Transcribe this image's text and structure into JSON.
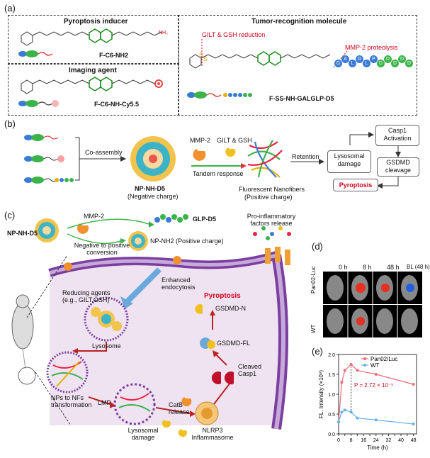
{
  "panel_a": {
    "label": "(a)",
    "box1_title": "Pyroptosis inducer",
    "box1_compound": "F-C6-NH2",
    "box2_title": "Imaging agent",
    "box2_compound": "F-C6-NH-Cy5.5",
    "box3_title": "Tumor-recognition molecule",
    "gilt": "GILT & GSH reduction",
    "mmp": "MMP-2 proteolysis",
    "box3_compound": "F-SS-NH-GALGLP-D5",
    "peptide_letters": [
      "G",
      "A",
      "L",
      "G",
      "L",
      "P",
      "D",
      "D",
      "D",
      "D",
      "D"
    ]
  },
  "panel_b": {
    "label": "(b)",
    "coassembly": "Co-assembly",
    "np_name": "NP-NH-D5",
    "np_charge": "(Negative charge)",
    "mmp2": "MMP-2",
    "gilt": "GILT & GSH",
    "tandem": "Tandem response",
    "nf_name": "Fluorescent Nanofibers",
    "nf_charge": "(Positive charge)",
    "retention": "Retention",
    "lysosomal": "Lysosomal damage",
    "casp1": "Casp1 Activation",
    "gsdmd": "GSDMD cleavage",
    "pyroptosis": "Pyroptosis"
  },
  "panel_c": {
    "label": "(c)",
    "mmp2": "MMP-2",
    "glp": "GLP-D5",
    "np_nhd5": "NP-NH-D5",
    "neg_to_pos": "Negative to positive conversion",
    "np_nh2": "NP-NH2 (Positive charge)",
    "proinflam": "Pro-inflammatory factors release",
    "enhanced": "Enhanced endocytosis",
    "pyroptosis": "Pyroptosis",
    "reducing": "Reducing agents (e.g., GILT,GSH)",
    "lysosome": "Lysosome",
    "gsdmd_n": "GSDMD-N",
    "gsdmd_fl": "GSDMD-FL",
    "cleaved": "Cleaved Casp1",
    "nps_to_nfs": "NPs to NFs transformation",
    "lmp": "LMP",
    "lys_damage": "Lysosomal damage",
    "catb": "CatB release",
    "nlrp3": "NLRP3 Inflammasome"
  },
  "panel_d": {
    "label": "(d)",
    "cols": [
      "0 h",
      "8 h",
      "48 h",
      "BL (48 h)"
    ],
    "rows": [
      "Pan02-Luc",
      "WT"
    ]
  },
  "panel_e": {
    "label": "(e)",
    "ylabel": "FL. Intensity (×10⁹)",
    "xlabel": "Time (h)",
    "pvalue": "P = 2.72 × 10⁻⁵",
    "chart_data": {
      "type": "line",
      "x": [
        0,
        2,
        4,
        8,
        12,
        24,
        48
      ],
      "series": [
        {
          "name": "Pan02/Luc",
          "values": [
            0.3,
            1.3,
            1.6,
            1.75,
            1.6,
            1.5,
            1.25
          ],
          "color": "#f06a78"
        },
        {
          "name": "WT",
          "values": [
            0.3,
            0.55,
            0.6,
            0.55,
            0.4,
            0.35,
            0.25
          ],
          "color": "#6ab0e8"
        }
      ],
      "xticks": [
        0,
        4,
        8,
        12,
        16,
        20,
        24,
        28,
        32,
        36,
        40,
        44,
        48
      ],
      "yticks": [
        0.0,
        0.5,
        1.0,
        1.5,
        2.0
      ],
      "xlim": [
        0,
        50
      ],
      "ylim": [
        0,
        2.0
      ]
    }
  }
}
